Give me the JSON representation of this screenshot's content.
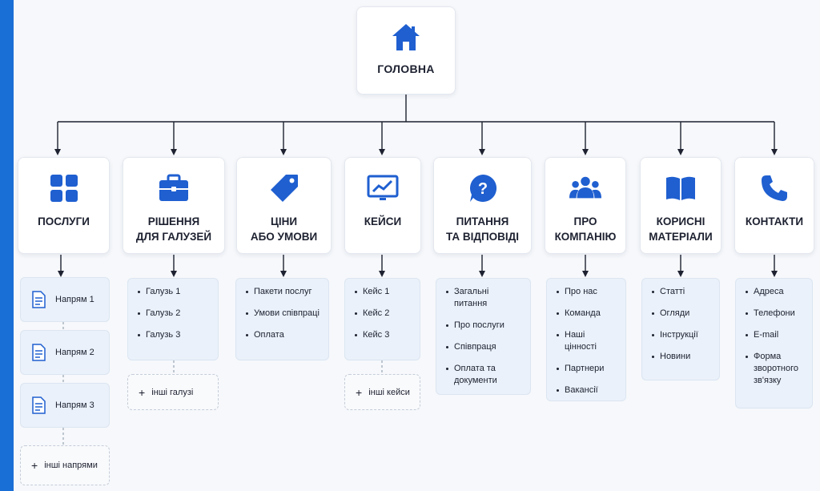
{
  "root": {
    "title": "ГОЛОВНА",
    "icon": "home-icon"
  },
  "colors": {
    "accent": "#1a6fd6",
    "icon": "#1f5fd0",
    "sub_bg": "#eaf1fa",
    "line": "#1d2130"
  },
  "categories": [
    {
      "title": "ПОСЛУГИ",
      "icon": "grid-icon"
    },
    {
      "title": "РІШЕННЯ\nДЛЯ ГАЛУЗЕЙ",
      "icon": "briefcase-icon"
    },
    {
      "title": "ЦІНИ\nАБО УМОВИ",
      "icon": "price-tag-icon"
    },
    {
      "title": "КЕЙСИ",
      "icon": "chart-monitor-icon"
    },
    {
      "title": "ПИТАННЯ\nТА ВІДПОВІДІ",
      "icon": "question-icon"
    },
    {
      "title": "ПРО\nКОМПАНІЮ",
      "icon": "team-icon"
    },
    {
      "title": "КОРИСНІ\nМАТЕРІАЛИ",
      "icon": "book-icon"
    },
    {
      "title": "КОНТАКТИ",
      "icon": "phone-icon"
    }
  ],
  "services": {
    "items": [
      "Напрям 1",
      "Напрям 2",
      "Напрям 3"
    ],
    "more": "інші напрями",
    "item_icon": "document-icon"
  },
  "industries": {
    "items": [
      "Галузь 1",
      "Галузь 2",
      "Галузь 3"
    ],
    "more": "інші галузі"
  },
  "pricing": {
    "items": [
      "Пакети послуг",
      "Умови співпраці",
      "Оплата"
    ]
  },
  "cases": {
    "items": [
      "Кейс 1",
      "Кейс 2",
      "Кейс 3"
    ],
    "more": "інші кейси"
  },
  "faq": {
    "items": [
      "Загальні питання",
      "Про послуги",
      "Співпраця",
      "Оплата та документи"
    ]
  },
  "about": {
    "items": [
      "Про нас",
      "Команда",
      "Наші цінності",
      "Партнери",
      "Вакансії"
    ]
  },
  "materials": {
    "items": [
      "Статті",
      "Огляди",
      "Інструкції",
      "Новини"
    ]
  },
  "contacts": {
    "items": [
      "Адреса",
      "Телефони",
      "E-mail",
      "Форма зворотного зв'язку"
    ]
  }
}
